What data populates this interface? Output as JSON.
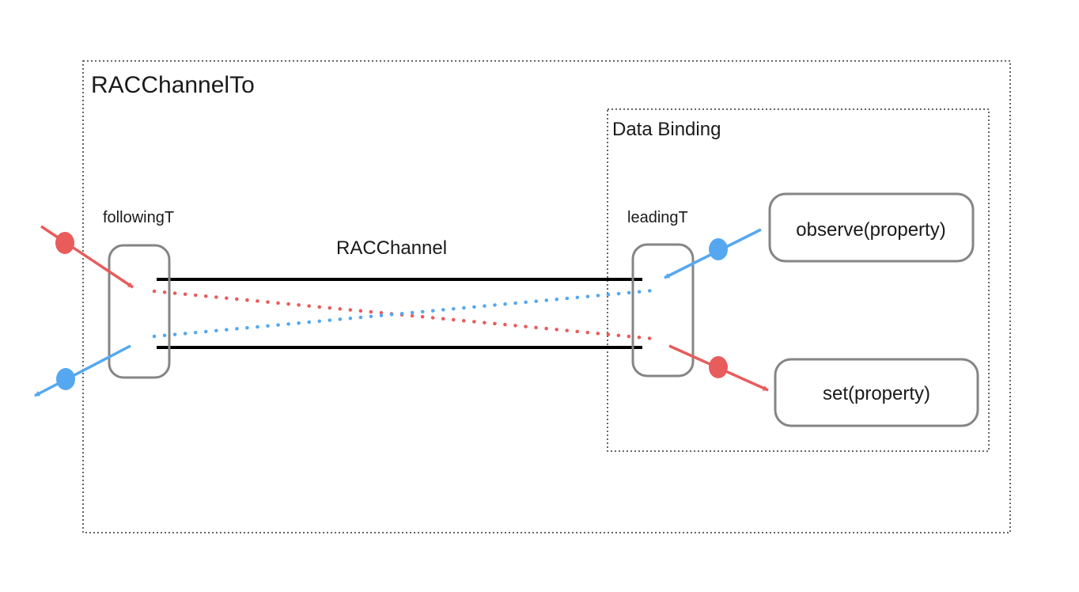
{
  "outer_container": {
    "title": "RACChannelTo"
  },
  "data_binding": {
    "title": "Data Binding"
  },
  "following_terminal": {
    "label": "followingT"
  },
  "leading_terminal": {
    "label": "leadingT"
  },
  "channel": {
    "label": "RACChannel"
  },
  "observe_box": {
    "label": "observe(property)"
  },
  "set_box": {
    "label": "set(property)"
  },
  "colors": {
    "red_signal": "#e85c5c",
    "blue_signal": "#55a8f0",
    "terminal_border": "#858585",
    "channel_line": "#000000",
    "dotted_border": "#333333"
  }
}
